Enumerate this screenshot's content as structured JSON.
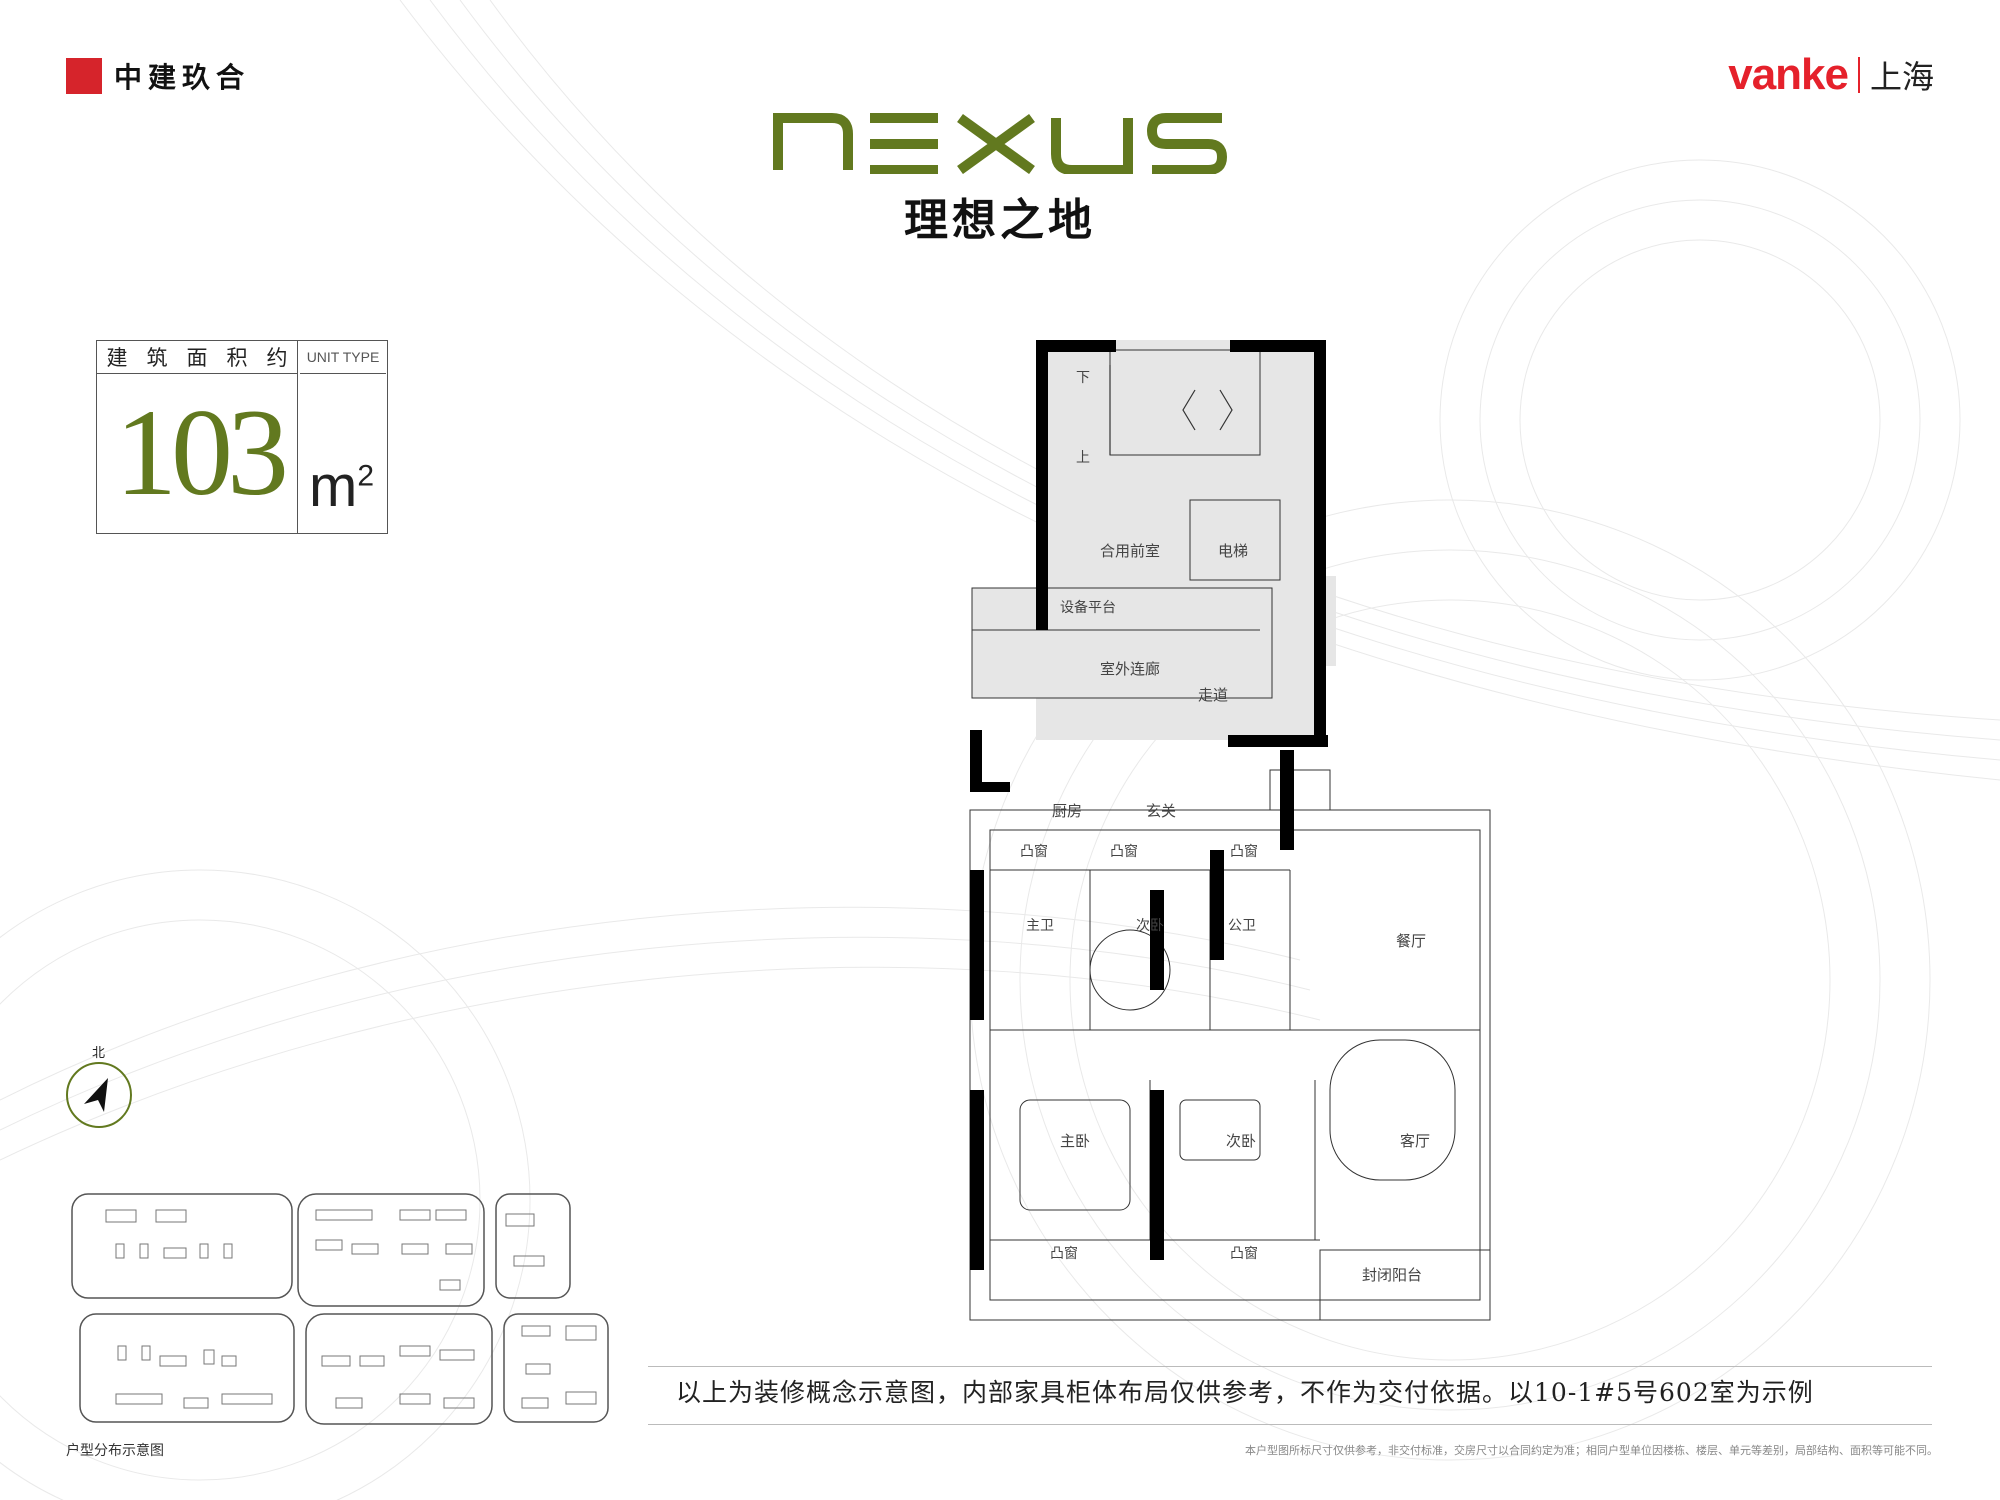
{
  "brand_left": {
    "name": "中建玖合"
  },
  "brand_right": {
    "brand": "vanke",
    "city": "上海",
    "color": "#e5212b"
  },
  "project": {
    "logo_text": "NEXUS",
    "subtitle": "理想之地",
    "color": "#62791f"
  },
  "area": {
    "label_chars": [
      "建",
      "筑",
      "面",
      "积",
      "约"
    ],
    "unit_type": "UNIT TYPE",
    "value": "103",
    "unit": "m",
    "unit_sup": "2"
  },
  "compass": {
    "north": "北"
  },
  "floor_plan": {
    "rooms": [
      "下",
      "上",
      "合用前室",
      "电梯",
      "设备平台",
      "室外连廊",
      "走道",
      "厨房",
      "玄关",
      "凸窗",
      "凸窗",
      "凸窗",
      "主卫",
      "次卧",
      "公卫",
      "餐厅",
      "主卧",
      "次卧",
      "客厅",
      "凸窗",
      "凸窗",
      "封闭阳台"
    ]
  },
  "site_map": {
    "label": "户型分布示意图"
  },
  "disclaimer": "以上为装修概念示意图，内部家具柜体布局仅供参考，不作为交付依据。以10-1#5号602室为示例",
  "footnote": "本户型图所标尺寸仅供参考，非交付标准，交房尺寸以合同约定为准；相同户型单位因楼栋、楼层、单元等差别，局部结构、面积等可能不同。"
}
